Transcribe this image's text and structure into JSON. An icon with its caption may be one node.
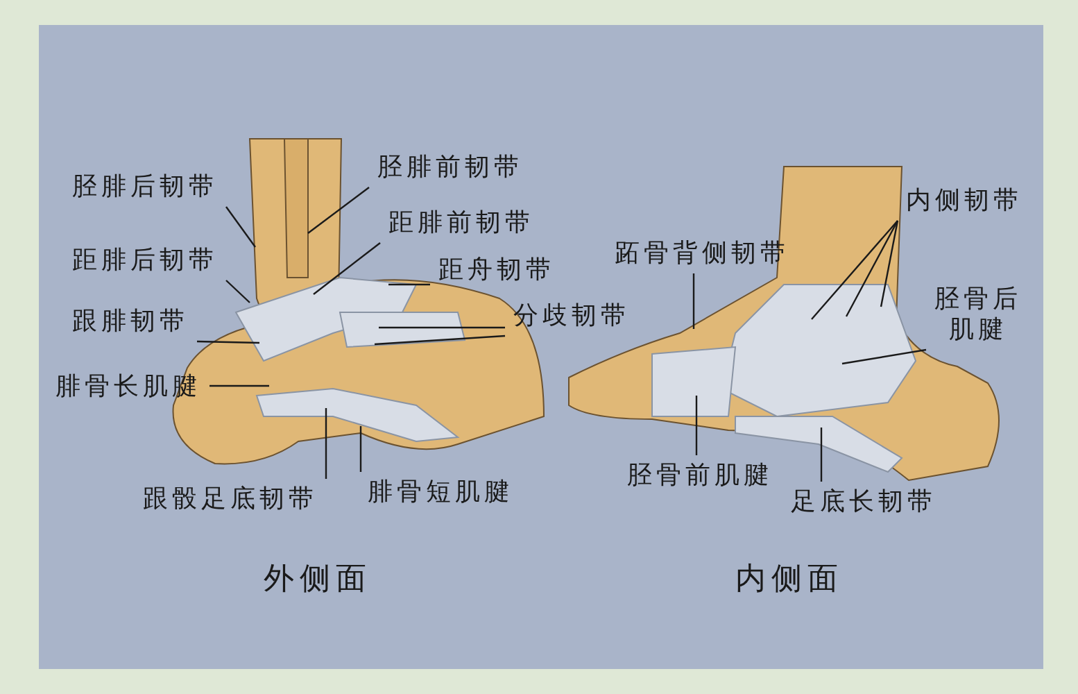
{
  "diagram": {
    "nodes": [
      {
        "text": [
          "胫腓后韧带"
        ]
      },
      {
        "text": [
          "胫腓前韧带"
        ]
      },
      {
        "text": [
          "距腓后韧带"
        ]
      },
      {
        "text": [
          "距腓前韧带"
        ]
      },
      {
        "text": [
          "距舟韧带"
        ]
      },
      {
        "text": [
          "分歧韧带"
        ]
      },
      {
        "text": [
          "跟腓韧带"
        ]
      },
      {
        "text": [
          "腓骨长肌腱"
        ]
      },
      {
        "text": [
          "跟骰足底韧带"
        ]
      },
      {
        "text": [
          "腓骨短肌腱"
        ]
      },
      {
        "text": [
          "内侧韧带"
        ]
      },
      {
        "text": [
          "跖骨背侧韧带"
        ]
      },
      {
        "text": [
          "胫骨后肌腱"
        ]
      },
      {
        "text": [
          "胫骨前肌腱"
        ]
      },
      {
        "text": [
          "足底长韧带"
        ]
      }
    ],
    "edges": [
      {
        "from": 0,
        "to": null,
        "arrow": "none"
      },
      {
        "from": 1,
        "to": null,
        "arrow": "none"
      },
      {
        "from": 2,
        "to": null,
        "arrow": "none"
      },
      {
        "from": 3,
        "to": null,
        "arrow": "none"
      },
      {
        "from": 4,
        "to": null,
        "arrow": "none"
      },
      {
        "from": 5,
        "to": null,
        "arrow": "none"
      },
      {
        "from": 5,
        "to": null,
        "arrow": "none"
      },
      {
        "from": 6,
        "to": null,
        "arrow": "none"
      },
      {
        "from": 7,
        "to": null,
        "arrow": "none"
      },
      {
        "from": 8,
        "to": null,
        "arrow": "none"
      },
      {
        "from": 9,
        "to": null,
        "arrow": "none"
      },
      {
        "from": 10,
        "to": null,
        "arrow": "none"
      },
      {
        "from": 10,
        "to": null,
        "arrow": "none"
      },
      {
        "from": 10,
        "to": null,
        "arrow": "none"
      },
      {
        "from": 11,
        "to": null,
        "arrow": "none"
      },
      {
        "from": 12,
        "to": null,
        "arrow": "none"
      },
      {
        "from": 13,
        "to": null,
        "arrow": "none"
      },
      {
        "from": 14,
        "to": null,
        "arrow": "none"
      }
    ],
    "labels": [
      "外侧面",
      "内侧面"
    ]
  }
}
